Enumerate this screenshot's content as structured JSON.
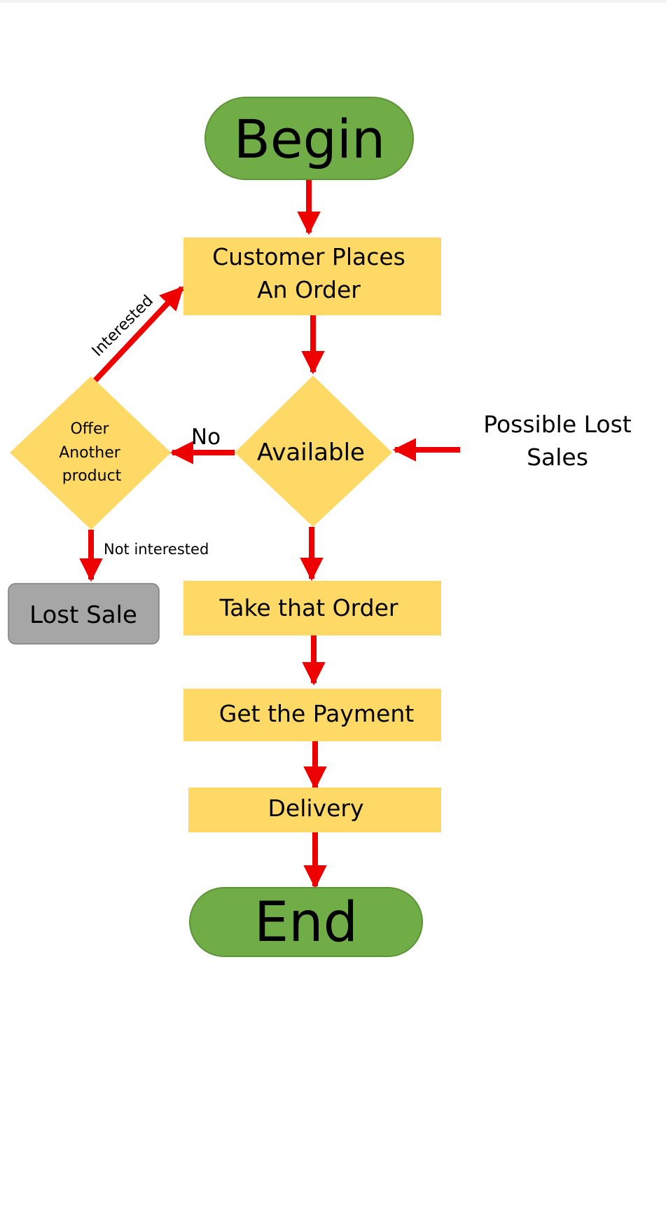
{
  "flowchart": {
    "begin": "Begin",
    "customer_places_line1": "Customer Places",
    "customer_places_line2": "An Order",
    "available": "Available",
    "offer_line1": "Offer",
    "offer_line2": "Another",
    "offer_line3": "product",
    "lost_sale": "Lost Sale",
    "take_order": "Take that Order",
    "get_payment": "Get the Payment",
    "delivery": "Delivery",
    "end": "End",
    "possible_lost_line1": "Possible Lost",
    "possible_lost_line2": "Sales",
    "label_no": "No",
    "label_interested": "Interested",
    "label_not_interested": "Not interested"
  },
  "colors": {
    "terminal_green": "#70AD47",
    "process_yellow": "#FFD966",
    "lost_gray": "#A6A6A6",
    "arrow_red": "#EE0000"
  }
}
